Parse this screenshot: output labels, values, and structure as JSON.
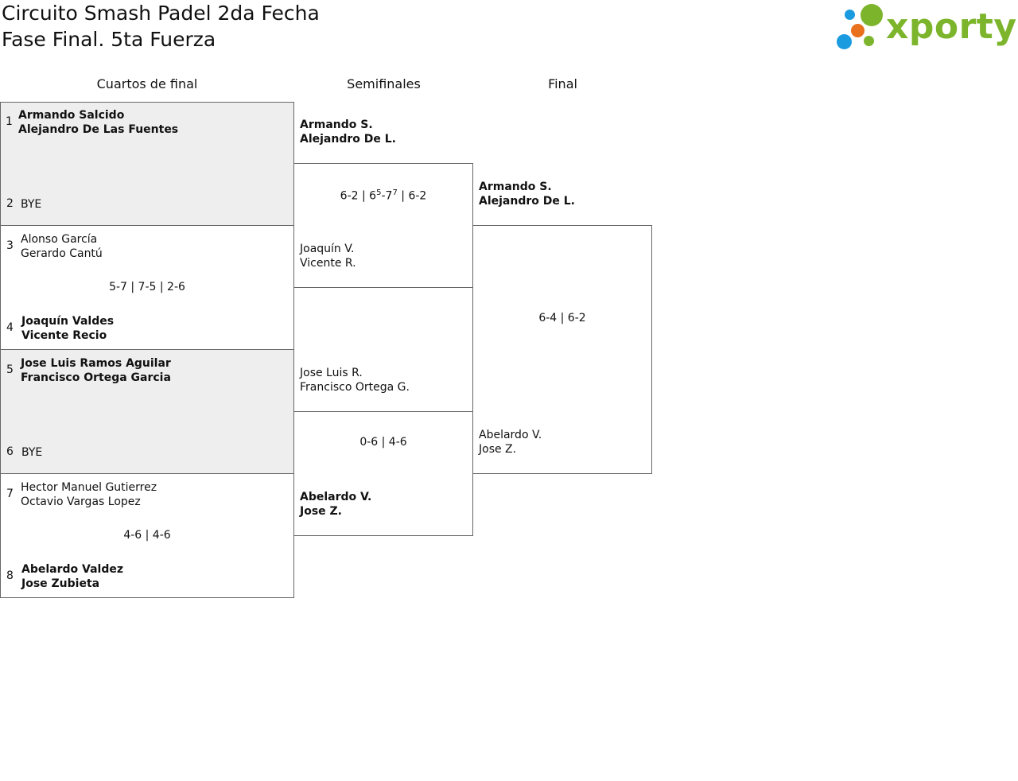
{
  "header": {
    "title_line1": "Circuito Smash Padel 2da Fecha",
    "title_line2": "Fase Final. 5ta Fuerza",
    "logo_text": "xporty",
    "logo_colors": {
      "blue": "#1a9be0",
      "orange": "#e9701c",
      "green": "#7cb52b"
    }
  },
  "columns": {
    "quarterfinals": "Cuartos de final",
    "semifinals": "Semifinales",
    "final": "Final"
  },
  "quarterfinals": [
    {
      "seed_top": "1",
      "top": [
        "Armando Salcido",
        "Alejandro De Las Fuentes"
      ],
      "seed_bottom": "2",
      "bottom": [
        "BYE"
      ],
      "score": ""
    },
    {
      "seed_top": "3",
      "top": [
        "Alonso García",
        "Gerardo Cantú"
      ],
      "seed_bottom": "4",
      "bottom": [
        "Joaquín Valdes",
        "Vicente Recio"
      ],
      "score": "5-7 | 7-5 | 2-6"
    },
    {
      "seed_top": "5",
      "top": [
        "Jose Luis Ramos Aguilar",
        "Francisco Ortega Garcia"
      ],
      "seed_bottom": "6",
      "bottom": [
        "BYE"
      ],
      "score": ""
    },
    {
      "seed_top": "7",
      "top": [
        "Hector Manuel Gutierrez",
        "Octavio Vargas Lopez"
      ],
      "seed_bottom": "8",
      "bottom": [
        "Abelardo Valdez",
        "Jose Zubieta"
      ],
      "score": "4-6 | 4-6"
    }
  ],
  "semifinals": [
    {
      "top": [
        "Armando S.",
        "Alejandro De L."
      ],
      "bottom": [
        "Joaquín V.",
        "Vicente R."
      ],
      "score": {
        "set1": "6-2",
        "set2_a": "6",
        "set2_a_tb": "5",
        "set2_b": "7",
        "set2_b_tb": "7",
        "set3": "6-2"
      }
    },
    {
      "top": [
        "Jose Luis R.",
        "Francisco Ortega G."
      ],
      "bottom": [
        "Abelardo V.",
        "Jose Z."
      ],
      "score": "0-6 | 4-6"
    }
  ],
  "final": {
    "top": [
      "Armando S.",
      "Alejandro De L."
    ],
    "bottom": [
      "Abelardo V.",
      "Jose Z."
    ],
    "score": "6-4 | 6-2"
  }
}
